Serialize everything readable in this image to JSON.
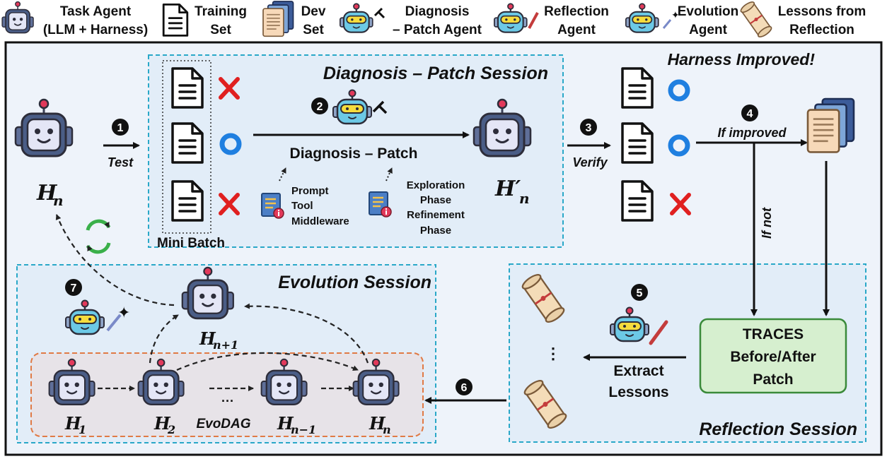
{
  "legend": {
    "task_agent": [
      "Task Agent",
      "(LLM + Harness)"
    ],
    "training_set": [
      "Training",
      "Set"
    ],
    "dev_set": [
      "Dev",
      "Set"
    ],
    "diagnosis_agent": [
      "Diagnosis",
      "– Patch Agent"
    ],
    "reflection_agent": [
      "Reflection",
      "Agent"
    ],
    "evolution_agent": [
      "Evolution",
      "Agent"
    ],
    "lessons": [
      "Lessons from",
      "Reflection"
    ]
  },
  "harness": {
    "hn": "H",
    "hn_sub": "n",
    "hn_prime": "H′",
    "hn_prime_sub": "n",
    "hn1": "H",
    "hn1_sub": "n+1",
    "h1": "H",
    "h1_sub": "1",
    "h2": "H",
    "h2_sub": "2",
    "hnm1": "H",
    "hnm1_sub": "n−1",
    "hn_dag": "H",
    "hn_dag_sub": "n"
  },
  "sessions": {
    "diagnosis": "Diagnosis – Patch Session",
    "reflection": "Reflection Session",
    "evolution": "Evolution Session",
    "harness_improved": "Harness Improved!"
  },
  "steps": [
    "1",
    "2",
    "3",
    "4",
    "5",
    "6",
    "7"
  ],
  "labels": {
    "test": "Test",
    "mini_batch": "Mini Batch",
    "diagnosis_patch": "Diagnosis – Patch",
    "prompt": "Prompt",
    "tool": "Tool",
    "middleware": "Middleware",
    "exploration": "Exploration",
    "phase1": "Phase",
    "refinement": "Refinement",
    "phase2": "Phase",
    "verify": "Verify",
    "if_improved": "If improved",
    "if_not": "If not",
    "traces": [
      "TRACES",
      "Before/After",
      "Patch"
    ],
    "extract": "Extract",
    "lessons": "Lessons",
    "dots": "⋮",
    "evodag": "EvoDAG",
    "evodag_dots": "···"
  },
  "colors": {
    "session_border": "#2aa8c8",
    "session_fill": "#e2edf8",
    "dag_border": "#e07a45",
    "dag_fill": "#e7e3e8",
    "traces_fill": "#d6efcf",
    "traces_border": "#3a8a3a",
    "check_blue": "#1f7fe0",
    "cross_red": "#e02020",
    "robot_body": "#4a5d86",
    "robot_face": "#e4e6f6"
  }
}
